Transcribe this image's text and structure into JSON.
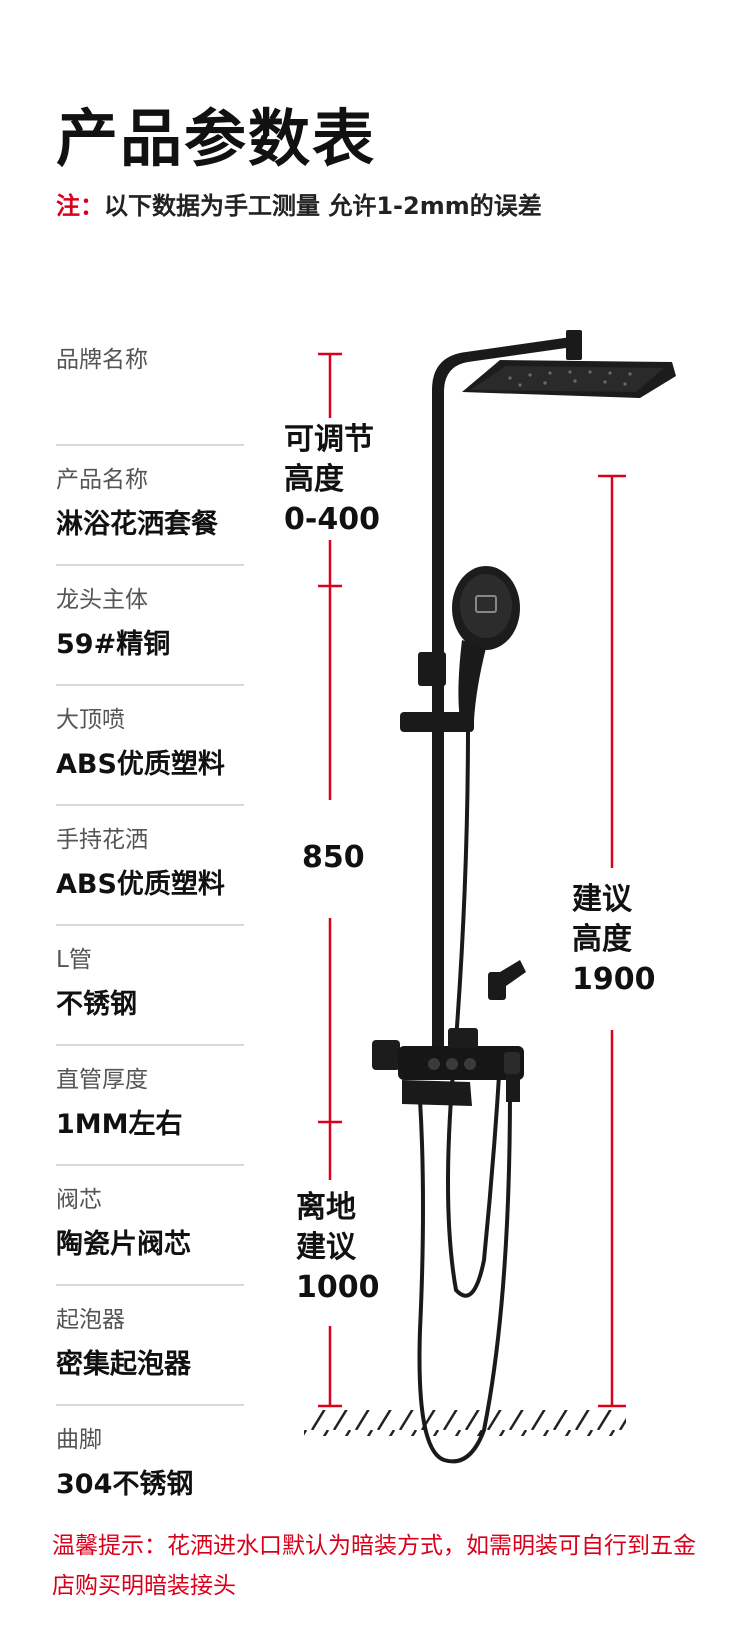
{
  "title": "产品参数表",
  "note": {
    "lead": "注：",
    "text": "以下数据为手工测量 允许1-2mm的误差"
  },
  "specs": [
    {
      "label": "品牌名称",
      "value": ""
    },
    {
      "label": "产品名称",
      "value": "淋浴花洒套餐"
    },
    {
      "label": "龙头主体",
      "value": "59#精铜"
    },
    {
      "label": "大顶喷",
      "value": "ABS优质塑料"
    },
    {
      "label": "手持花洒",
      "value": "ABS优质塑料"
    },
    {
      "label": "L管",
      "value": "不锈钢"
    },
    {
      "label": "直管厚度",
      "value": "1MM左右"
    },
    {
      "label": "阀芯",
      "value": "陶瓷片阀芯"
    },
    {
      "label": "起泡器",
      "value": "密集起泡器"
    },
    {
      "label": "曲脚",
      "value": "304不锈钢"
    }
  ],
  "dimensions": {
    "adjustable": [
      "可调节",
      "高度",
      "0-400"
    ],
    "pipe": "850",
    "suggested_height": [
      "建议",
      "高度",
      "1900"
    ],
    "floor_distance": [
      "离地",
      "建议",
      "1000"
    ]
  },
  "footer": "温馨提示：花洒进水口默认为暗装方式，如需明装可自行到五金店购买明暗装接头",
  "colors": {
    "accent": "#d9001b",
    "product": "#1a1a1a",
    "rule": "#d8d8d8"
  }
}
